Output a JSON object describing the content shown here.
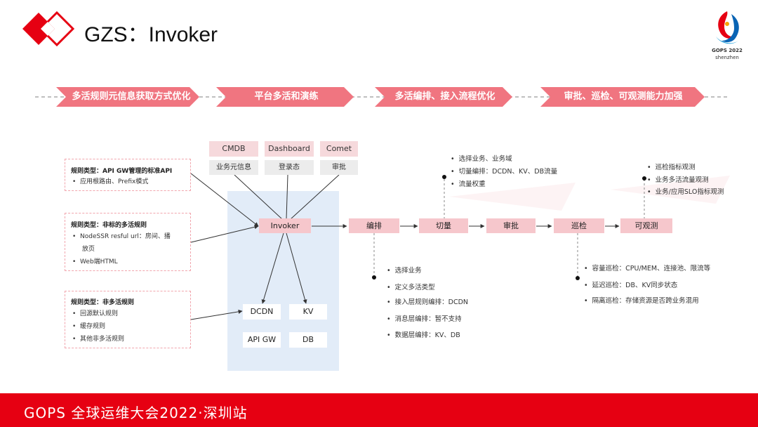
{
  "header": {
    "title": "GZS：Invoker"
  },
  "logo": {
    "line1": "GOPS 2022",
    "line2": "shenzhen"
  },
  "phases": [
    "多活规则元信息获取方式优化",
    "平台多活和演练",
    "多活编排、接入流程优化",
    "审批、巡检、可观测能力加强"
  ],
  "sources": [
    {
      "name": "CMDB",
      "sub": "业务元信息"
    },
    {
      "name": "Dashboard",
      "sub": "登录态"
    },
    {
      "name": "Comet",
      "sub": "审批"
    }
  ],
  "rules": [
    {
      "title": "规则类型：API GW管理的标准API",
      "items": [
        "应用根路由、Prefix模式"
      ]
    },
    {
      "title": "规则类型：非标的多活规则",
      "items": [
        "NodeSSR resful url：房间、播",
        "放页",
        "Web端HTML"
      ]
    },
    {
      "title": "规则类型：非多活规则",
      "items": [
        "回源默认规则",
        "缓存规则",
        "其他非多活规则"
      ]
    }
  ],
  "invoker": "Invoker",
  "stores": [
    "DCDN",
    "KV",
    "API GW",
    "DB"
  ],
  "flow": [
    "编排",
    "切量",
    "审批",
    "巡检",
    "可观测"
  ],
  "notes": {
    "switch": [
      "选择业务、业务域",
      "切量编排：DCDN、KV、DB流量",
      "流量权重"
    ],
    "observe": [
      "巡检指标观测",
      "业务多活流量观测",
      "业务/应用SLO指标观测"
    ],
    "orchestrate": [
      "选择业务",
      "定义多活类型",
      "接入层规则编排：DCDN",
      "消息层编排：暂不支持",
      "数据层编排：KV、DB"
    ],
    "inspect": [
      "容量巡检：CPU/MEM、连接池、限流等",
      "延迟巡检：DB、KV同步状态",
      "隔离巡检：存储资源是否跨业务混用"
    ]
  },
  "footer": {
    "text": "GOPS 全球运维大会2022·深圳站"
  },
  "colors": {
    "accent": "#e60012",
    "phase": "#f07580",
    "box": "#f6c7cc",
    "panel": "#e2ecf8"
  }
}
